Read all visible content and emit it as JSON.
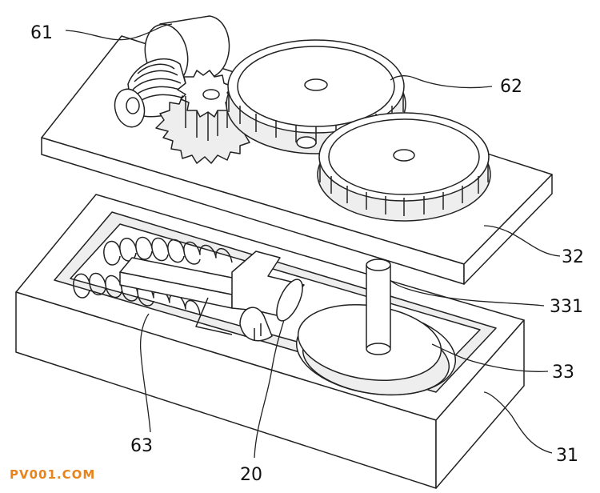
{
  "labels": {
    "l61": "61",
    "l62": "62",
    "l32": "32",
    "l331": "331",
    "l33": "33",
    "l31": "31",
    "l63": "63",
    "l20": "20"
  },
  "watermark": "PV001.COM",
  "colors": {
    "line": "#222222",
    "watermark": "#e8841c",
    "background": "#ffffff"
  }
}
